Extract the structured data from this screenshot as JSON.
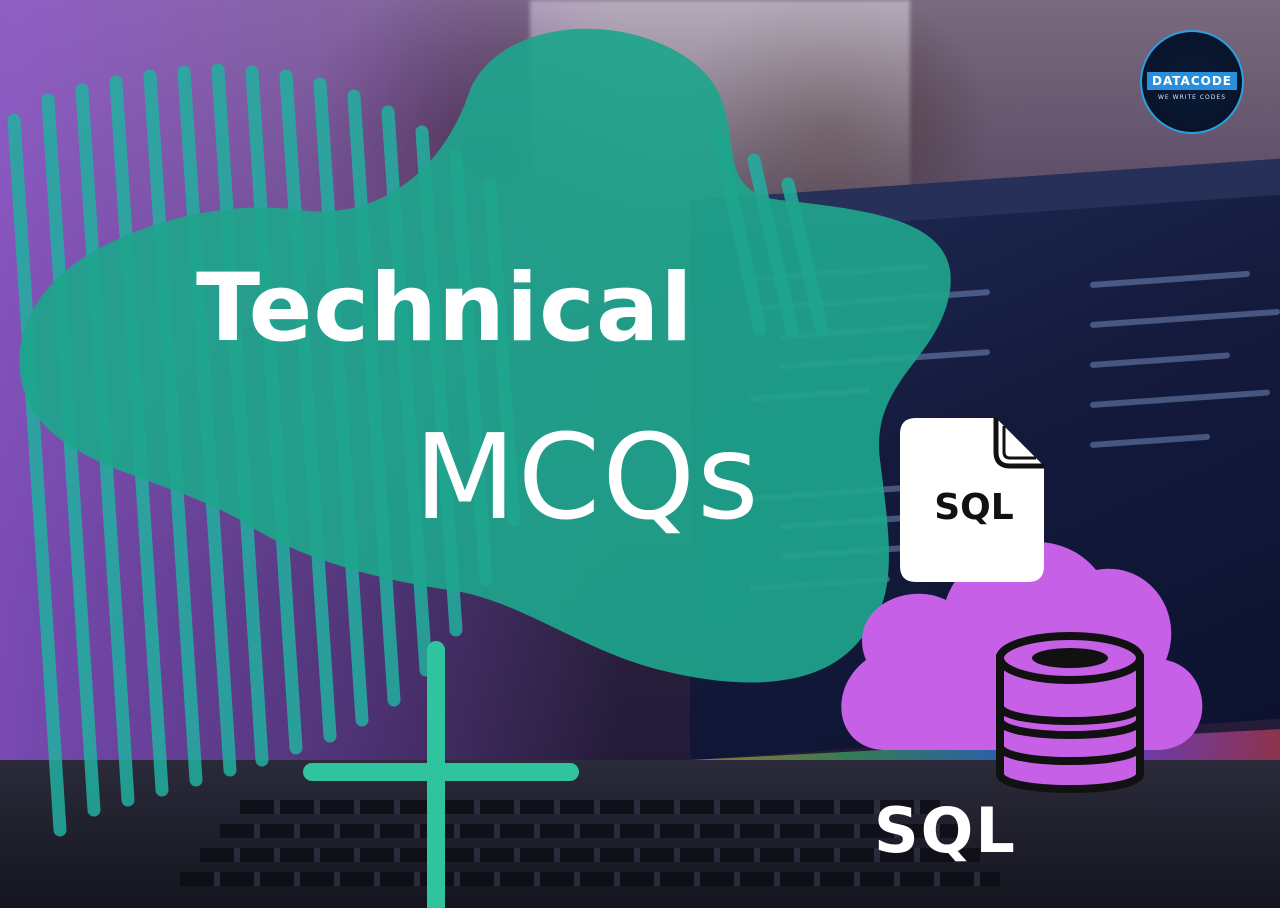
{
  "headline": {
    "line1": "Technical",
    "line2": "MCQs"
  },
  "logo": {
    "name": "DATACODE",
    "tagline": "WE WRITE CODES"
  },
  "file_icon": {
    "label": "SQL"
  },
  "cloud_caption": "SQL",
  "colors": {
    "teal": "#2fae96",
    "purple": "#c660e6",
    "logo_blue": "#2a8fdb",
    "white": "#ffffff"
  },
  "icons": [
    "sql-file-icon",
    "cloud-icon",
    "database-icon",
    "plus-icon"
  ]
}
